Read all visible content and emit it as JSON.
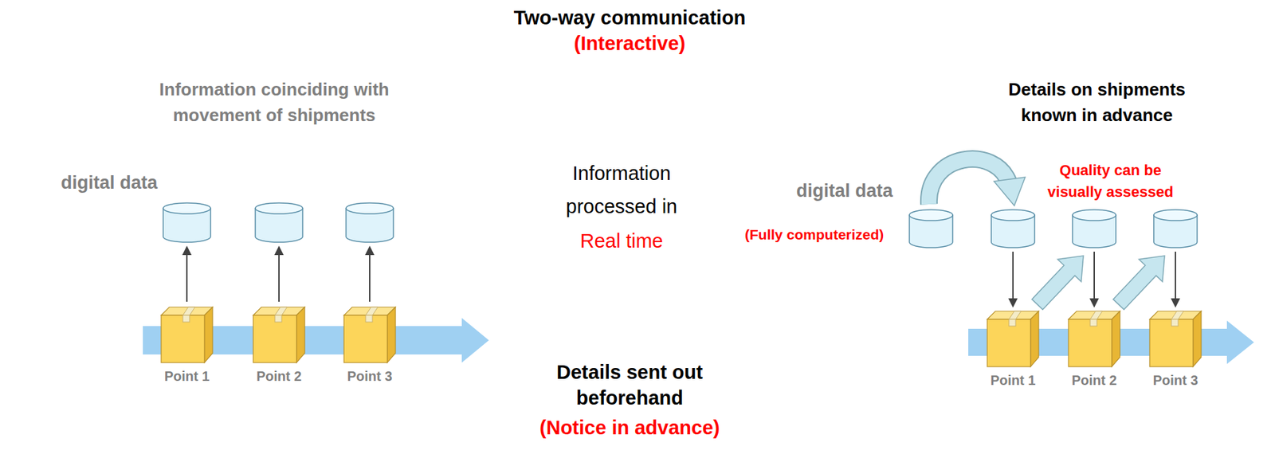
{
  "diagram": {
    "nodes": [
      {
        "text": [
          "Information coinciding with movement of shipments",
          "digital data"
        ]
      },
      {
        "text": [
          "Information processed in",
          "Real time"
        ]
      },
      {
        "text": [
          "Details on shipments known in advance",
          "Quality can be visually assessed",
          "digital data",
          "(Fully computerized)"
        ]
      }
    ],
    "labels": [
      "Two-way communication",
      "(Interactive)",
      "Details sent out beforehand",
      "(Notice in advance)",
      "Point 1",
      "Point 2",
      "Point 3",
      "Point 1",
      "Point 2",
      "Point 3"
    ]
  }
}
